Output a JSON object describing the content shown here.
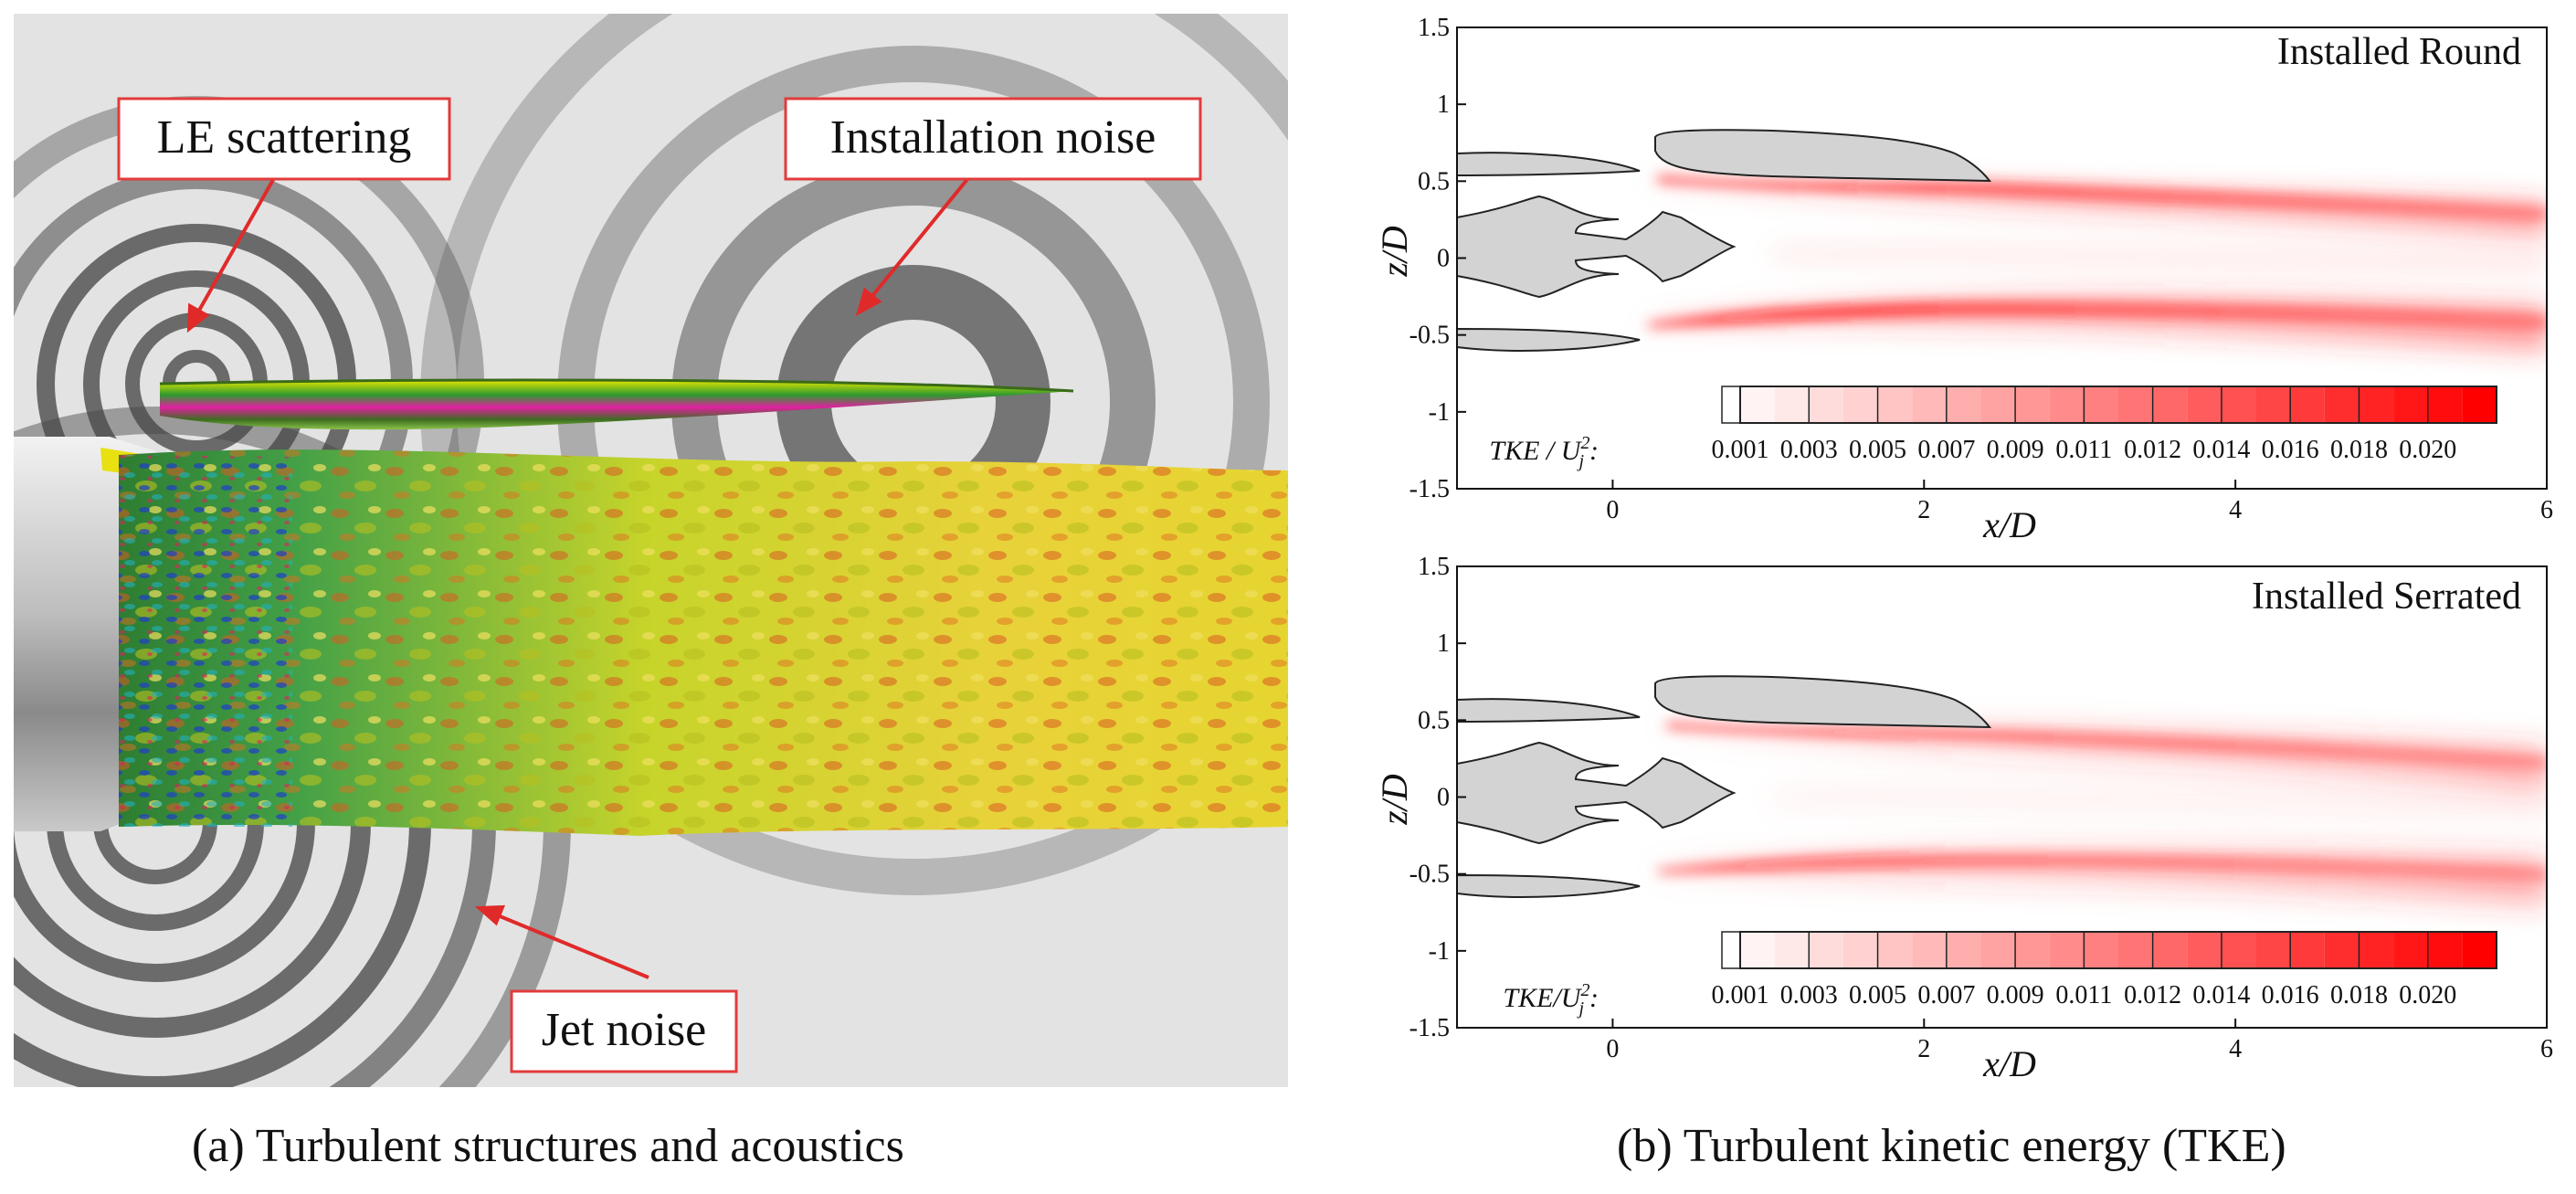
{
  "panel_a": {
    "callouts": {
      "le_scattering": "LE scattering",
      "installation_noise": "Installation noise",
      "jet_noise": "Jet noise"
    },
    "caption": "(a) Turbulent structures and acoustics"
  },
  "panel_b": {
    "caption": "(b) Turbulent kinetic energy (TKE)",
    "colors": {
      "contour_max": "#ff0000",
      "contour_min": "#ffffff",
      "geometry_fill": "#d3d3d3",
      "callout_box": "#e23b3b"
    },
    "top": {
      "title": "Installed Round",
      "xlabel": "x/D",
      "ylabel": "z/D",
      "legend_label_main": "TKE / U",
      "legend_label_sup": "2",
      "legend_label_sub": "j",
      "legend_label_end": ":"
    },
    "bottom": {
      "title": "Installed Serrated",
      "xlabel": "x/D",
      "ylabel": "z/D",
      "legend_label_main": "TKE/U",
      "legend_label_sup": "2",
      "legend_label_sub": "j",
      "legend_label_end": ":"
    },
    "x_ticks": [
      "0",
      "2",
      "4",
      "6"
    ],
    "x_tick_values": [
      0,
      2,
      4,
      6
    ],
    "y_ticks": [
      "1.5",
      "1",
      "0.5",
      "0",
      "-0.5",
      "-1",
      "-1.5"
    ],
    "y_tick_values": [
      1.5,
      1,
      0.5,
      0,
      -0.5,
      -1,
      -1.5
    ],
    "xlim": [
      -1,
      6
    ],
    "ylim": [
      -1.5,
      1.5
    ],
    "legend_levels": [
      "0.001",
      "0.003",
      "0.005",
      "0.007",
      "0.009",
      "0.011",
      "0.012",
      "0.014",
      "0.016",
      "0.018",
      "0.020"
    ],
    "legend_level_values": [
      0.001,
      0.003,
      0.005,
      0.007,
      0.009,
      0.011,
      0.012,
      0.014,
      0.016,
      0.018,
      0.02
    ]
  },
  "chart_data": [
    {
      "type": "heatmap",
      "title": "Installed Round",
      "xlabel": "x/D",
      "ylabel": "z/D",
      "xlim": [
        -1,
        6
      ],
      "ylim": [
        -1.5,
        1.5
      ],
      "x_ticks": [
        0,
        2,
        4,
        6
      ],
      "y_ticks": [
        1.5,
        1,
        0.5,
        0,
        -0.5,
        -1,
        -1.5
      ],
      "colorbar": {
        "label": "TKE / U_j^2",
        "levels": [
          0.001,
          0.003,
          0.005,
          0.007,
          0.009,
          0.011,
          0.012,
          0.014,
          0.016,
          0.018,
          0.02
        ]
      }
    },
    {
      "type": "heatmap",
      "title": "Installed Serrated",
      "xlabel": "x/D",
      "ylabel": "z/D",
      "xlim": [
        -1,
        6
      ],
      "ylim": [
        -1.5,
        1.5
      ],
      "x_ticks": [
        0,
        2,
        4,
        6
      ],
      "y_ticks": [
        1.5,
        1,
        0.5,
        0,
        -0.5,
        -1,
        -1.5
      ],
      "colorbar": {
        "label": "TKE/U_j^2",
        "levels": [
          0.001,
          0.003,
          0.005,
          0.007,
          0.009,
          0.011,
          0.012,
          0.014,
          0.016,
          0.018,
          0.02
        ]
      }
    }
  ]
}
